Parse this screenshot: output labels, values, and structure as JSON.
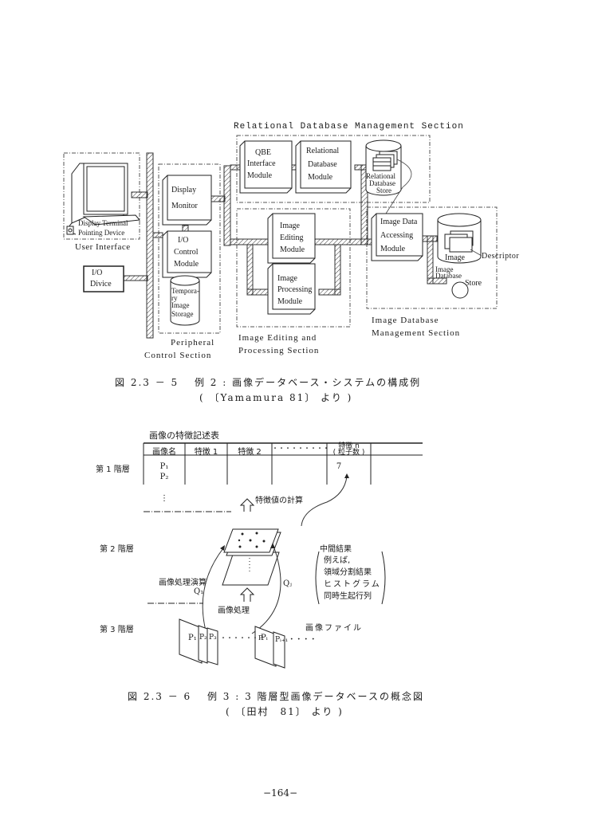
{
  "figure1": {
    "sections": {
      "rdbms": "Relational  Database Management  Section",
      "user_interface": "User Interface",
      "peripheral": [
        "Peripheral",
        "Control Section"
      ],
      "editing": [
        "Image  Editing  and",
        "Processing  Section"
      ],
      "idbms": [
        "Image   Database",
        "Management  Section"
      ]
    },
    "modules": {
      "display_terminal": "Display Terminal",
      "pointing_device": "Pointing Device",
      "io_device": [
        "I/O",
        "Divice"
      ],
      "display_monitor": [
        "Display",
        "Monitor"
      ],
      "io_control": [
        "I/O",
        "Control",
        "Module"
      ],
      "temp_storage": [
        "Tempora-",
        "ry",
        "Image",
        "Storage"
      ],
      "qbe": [
        "QBE",
        "Interface",
        "Module"
      ],
      "relational_module": [
        "Relational",
        "Database",
        "Module"
      ],
      "relational_store": [
        "Relational",
        "Database",
        "Store"
      ],
      "image_editing": [
        "Image",
        "Editing",
        "Module"
      ],
      "image_processing": [
        "Image",
        "Processing",
        "Module"
      ],
      "image_data_access": [
        "Image Data",
        "Accessing",
        "Module"
      ],
      "image_label": "Image",
      "descriptor": "Descriptor",
      "image_db_store": [
        "Image",
        "Database",
        "Store"
      ]
    },
    "caption": "図 2.3 － 5　 例 2 : 画像データベース・システムの構成例",
    "source": "( 〔Yamamura 81〕 より )"
  },
  "figure2": {
    "table_title": "画像の特徴記述表",
    "table_headers": [
      "画像名",
      "特徴 1",
      "特徴 2",
      "・・・・・・・・・",
      "特徴 n",
      "( 粒子数 )"
    ],
    "table_rows": [
      "P₁",
      "P₂",
      "⋮"
    ],
    "feature_value": "7",
    "layers": [
      "第 1 階層",
      "第 2 階層",
      "第 3 階層"
    ],
    "feature_calc": "特徴値の計算",
    "op_label": "画像処理演算",
    "q1": "Q₁",
    "qj": "Qⱼ",
    "processing": "画像処理",
    "intermediate_title": "中間結果",
    "intermediate_items": [
      "例えば,",
      "領域分割結果",
      "ヒストグラム",
      "同時生起行列"
    ],
    "image_file": "画像ファイル",
    "images": [
      "P₁",
      "P₂",
      "P₃",
      "・・・・・・P",
      "Pᵢ",
      "Pᵢ₊₁・・・・"
    ],
    "caption": "図 2.3 － 6　 例 3 : 3 階層型画像データベースの概念図",
    "source": "( 〔田村　81〕 より )"
  },
  "page_number": "−164−"
}
